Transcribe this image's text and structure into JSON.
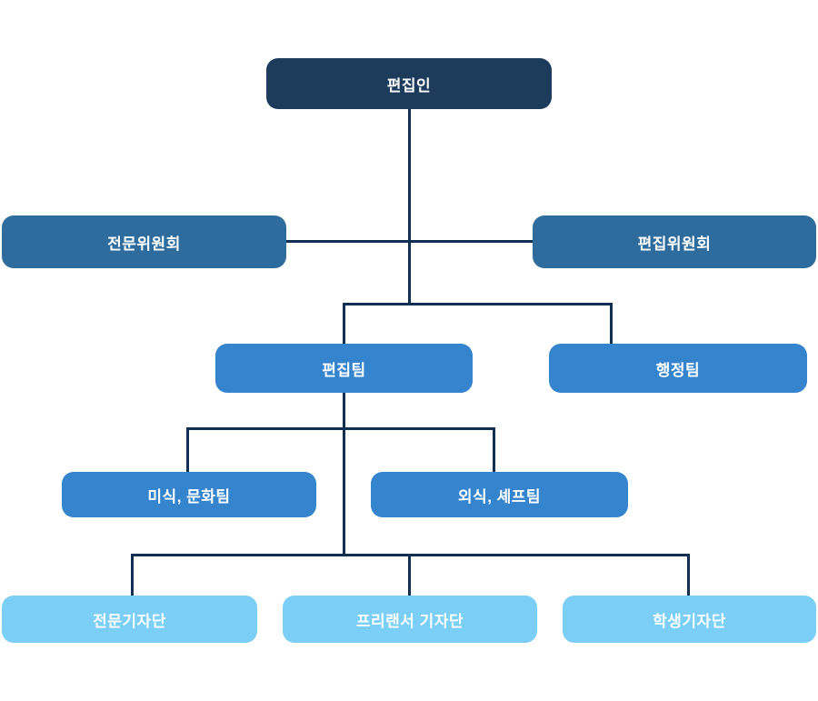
{
  "diagram": {
    "type": "org-chart",
    "nodes": {
      "editor": {
        "label": "편집인",
        "level": 1
      },
      "expert_committee": {
        "label": "전문위원회",
        "level": 2
      },
      "editorial_committee": {
        "label": "편집위원회",
        "level": 2
      },
      "editing_team": {
        "label": "편집팀",
        "level": 3
      },
      "admin_team": {
        "label": "행정팀",
        "level": 3
      },
      "gourmet_culture_team": {
        "label": "미식, 문화팀",
        "level": 4
      },
      "dining_chef_team": {
        "label": "외식, 셰프팀",
        "level": 4
      },
      "pro_reporters": {
        "label": "전문기자단",
        "level": 5
      },
      "freelance_reporters": {
        "label": "프리랜서 기자단",
        "level": 5
      },
      "student_reporters": {
        "label": "학생기자단",
        "level": 5
      }
    },
    "edges": [
      {
        "from": "편집인",
        "to": "전문위원회"
      },
      {
        "from": "편집인",
        "to": "편집위원회"
      },
      {
        "from": "편집인",
        "to": "편집팀"
      },
      {
        "from": "편집인",
        "to": "행정팀"
      },
      {
        "from": "편집팀",
        "to": "미식, 문화팀"
      },
      {
        "from": "편집팀",
        "to": "외식, 셰프팀"
      },
      {
        "from": "편집팀",
        "to": "전문기자단"
      },
      {
        "from": "편집팀",
        "to": "프리랜서 기자단"
      },
      {
        "from": "편집팀",
        "to": "학생기자단"
      }
    ]
  },
  "colors": {
    "editor_bg": "#1d3c5c",
    "committee_bg": "#2e6c9e",
    "team_bg": "#3484ce",
    "reporter_bg": "#7bcef5",
    "line": "#0f3050",
    "text": "#ffffff",
    "background": "#ffffff"
  }
}
